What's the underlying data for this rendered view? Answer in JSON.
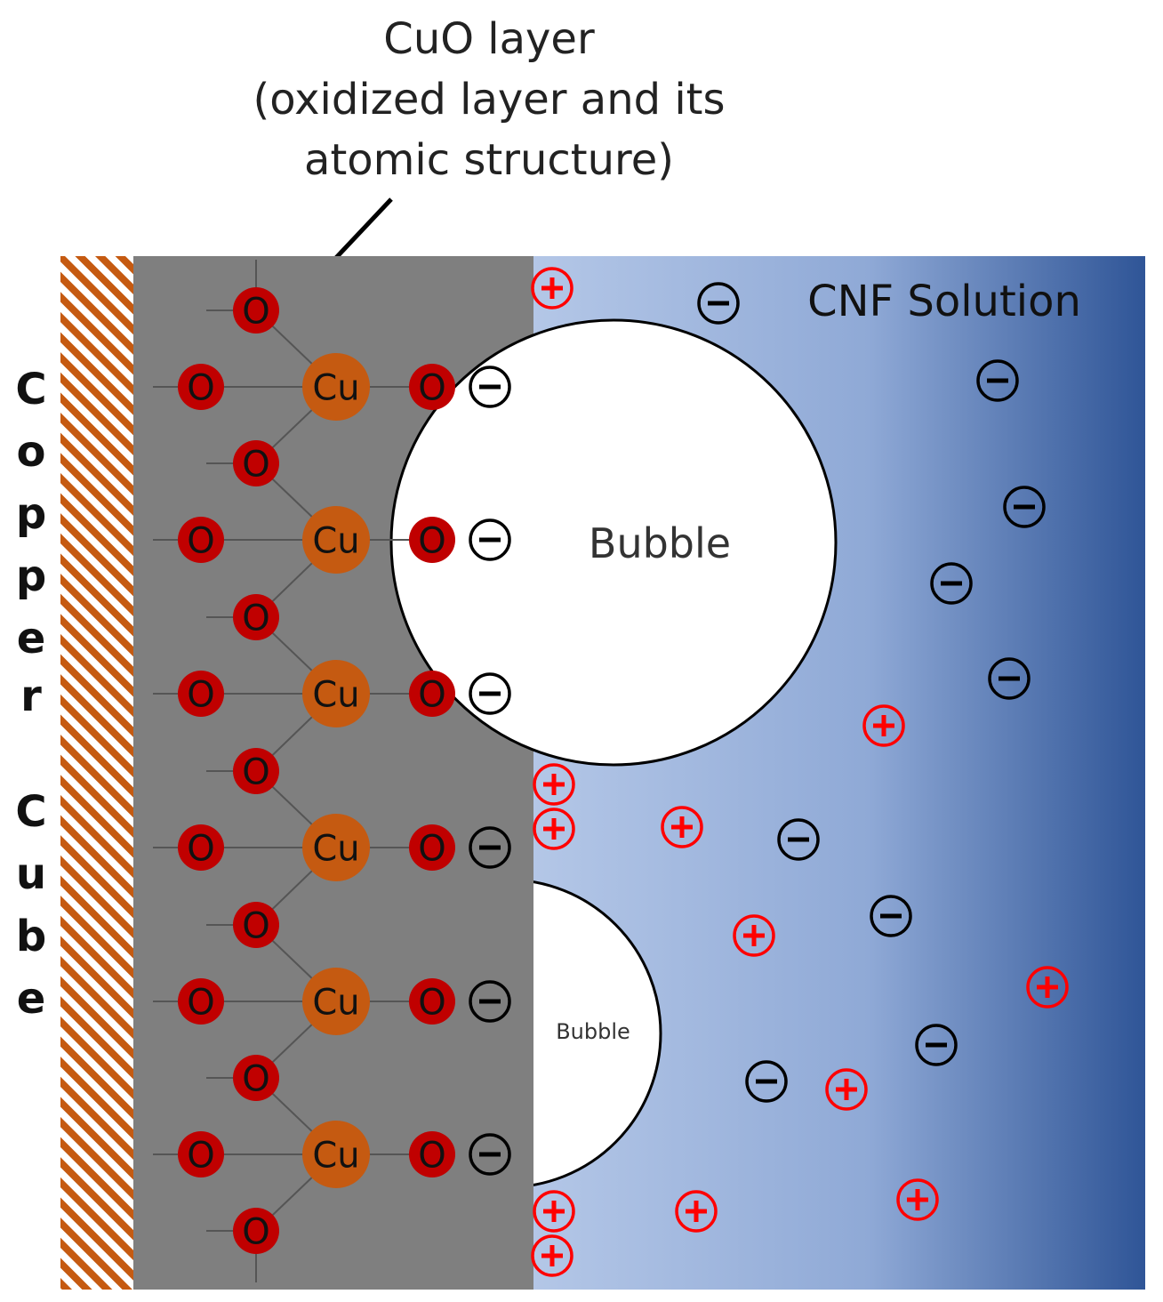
{
  "callout": {
    "line1": "CuO layer",
    "line2": "(oxidized layer and its",
    "line3": "atomic structure)"
  },
  "copper_cube": {
    "letters": [
      "C",
      "o",
      "p",
      "p",
      "e",
      "r",
      "",
      "C",
      "u",
      "b",
      "e"
    ]
  },
  "solution_label": "CNF Solution",
  "bubble_large_label": "Bubble",
  "bubble_small_label": "Bubble",
  "atom_labels": {
    "oxygen": "O",
    "copper": "Cu"
  },
  "charge_symbols": {
    "negative": "−",
    "positive": "+"
  },
  "colors": {
    "copper_hatch": "#c55a11",
    "oxide_layer": "#7f7f7f",
    "oxygen": "#c00000",
    "copper_atom": "#c55a11",
    "solution_light": "#b4c7e7",
    "solution_dark": "#2f5597",
    "positive": "#ff0000",
    "negative": "#000000"
  }
}
